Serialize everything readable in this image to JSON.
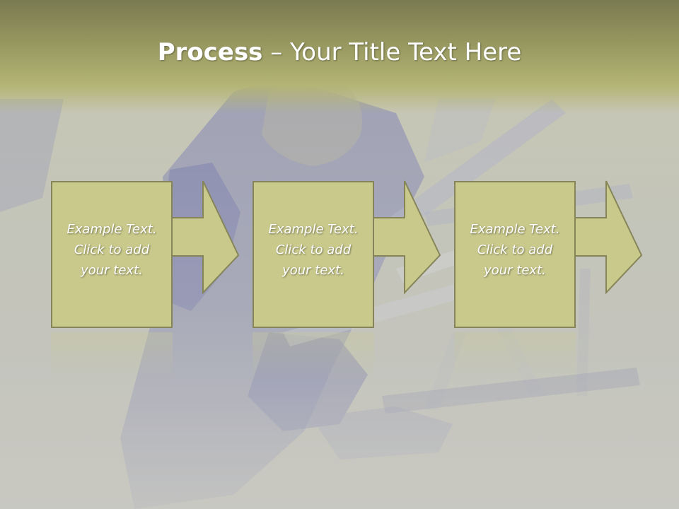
{
  "slide": {
    "title_bold": "Process",
    "title_rest": " – Your Title Text Here",
    "steps": [
      {
        "lines": [
          "Example Text.",
          "Click  to add",
          "your text."
        ]
      },
      {
        "lines": [
          "Example Text.",
          "Click  to add",
          "your text."
        ]
      },
      {
        "lines": [
          "Example Text.",
          "Click  to add",
          "your text."
        ]
      }
    ]
  },
  "colors": {
    "title_band": "#9a9b60",
    "box_fill": "#c9c98c",
    "box_border": "#858559",
    "arrow_fill": "#c9c98c",
    "text": "#ffffff"
  }
}
